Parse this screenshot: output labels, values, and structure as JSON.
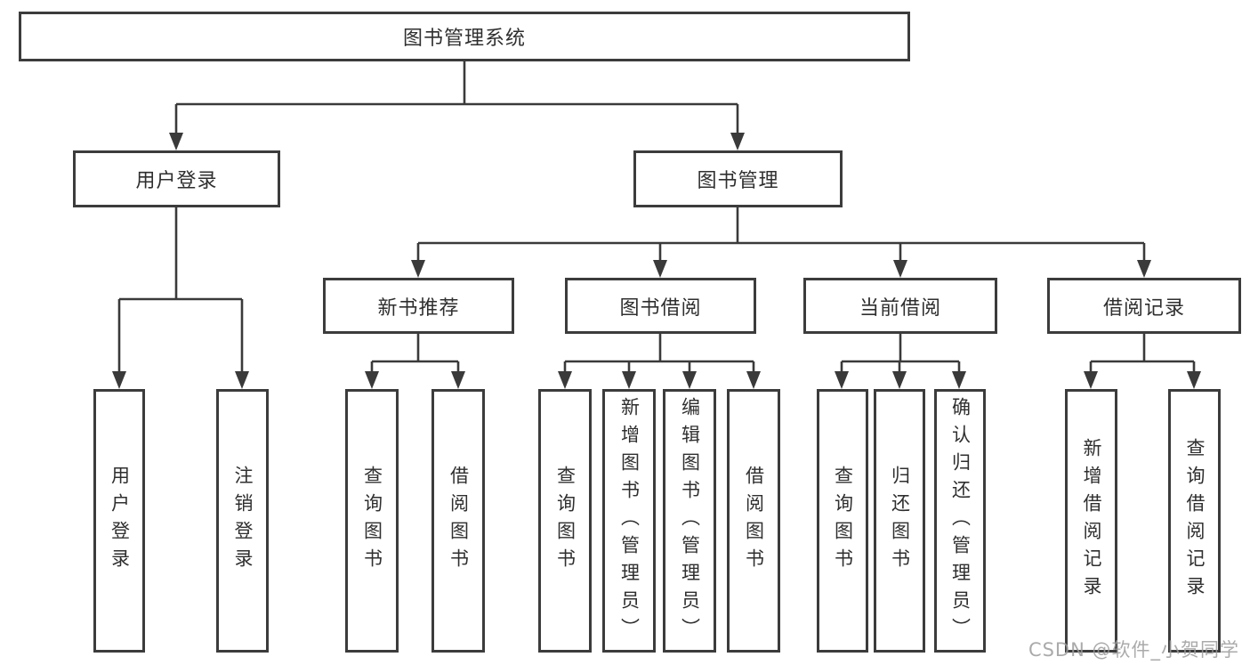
{
  "diagram": {
    "root": {
      "label": "图书管理系统"
    },
    "branches": [
      {
        "label": "用户登录",
        "children": [
          {
            "label": "用户登录"
          },
          {
            "label": "注销登录"
          }
        ]
      },
      {
        "label": "图书管理",
        "children": [
          {
            "label": "新书推荐",
            "children": [
              {
                "label": "查询图书"
              },
              {
                "label": "借阅图书"
              }
            ]
          },
          {
            "label": "图书借阅",
            "children": [
              {
                "label": "查询图书"
              },
              {
                "label": "新增图书（管理员）"
              },
              {
                "label": "编辑图书（管理员）"
              },
              {
                "label": "借阅图书"
              }
            ]
          },
          {
            "label": "当前借阅",
            "children": [
              {
                "label": "查询图书"
              },
              {
                "label": "归还图书"
              },
              {
                "label": "确认归还（管理员）"
              }
            ]
          },
          {
            "label": "借阅记录",
            "children": [
              {
                "label": "新增借阅记录"
              },
              {
                "label": "查询借阅记录"
              }
            ]
          }
        ]
      }
    ]
  },
  "colors": {
    "line": "#3a3a3a",
    "box_border": "#3c3c3c",
    "text": "#2f2f2f",
    "background": "#ffffff",
    "watermark": "#9c9c9c"
  },
  "watermark": {
    "text": "CSDN @软件_小贺同学"
  }
}
